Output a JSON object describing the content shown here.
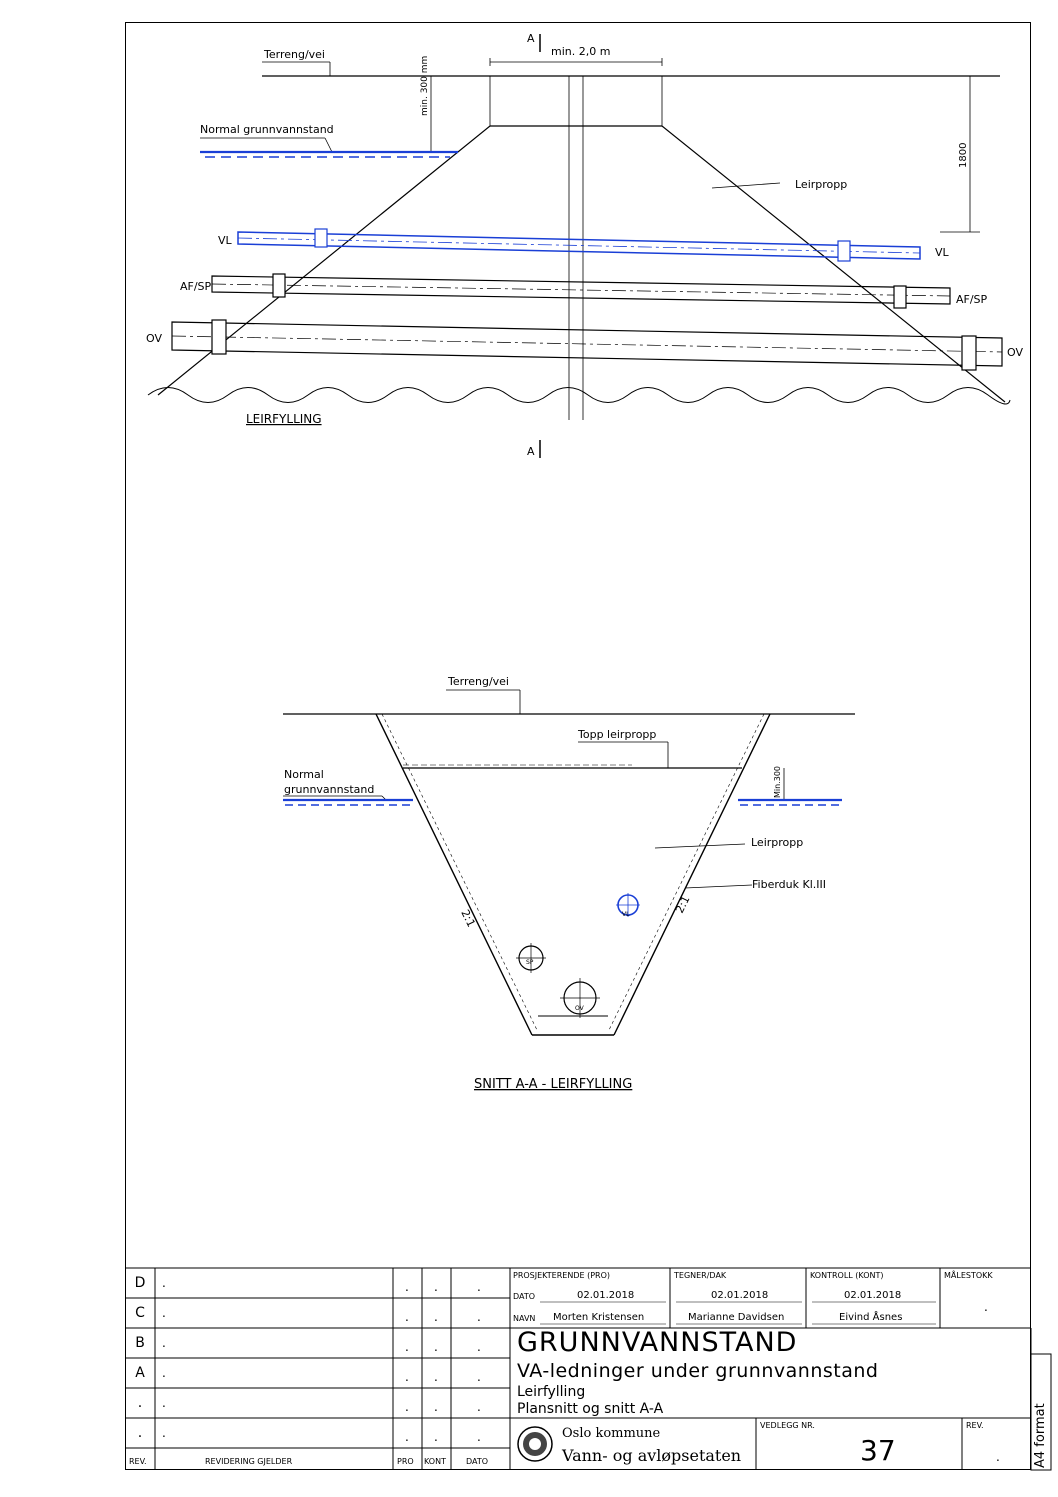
{
  "plan": {
    "terreng": "Terreng/vei",
    "min_300": "min. 300 mm",
    "min_2m": "min. 2,0 m",
    "normal_gv": "Normal grunnvannstand",
    "dim_1800": "1800",
    "leirpropp": "Leirpropp",
    "vl_left": "VL",
    "vl_right": "VL",
    "afsp_left": "AF/SP",
    "afsp_right": "AF/SP",
    "ov_left": "OV",
    "ov_right": "OV",
    "leirfylling": "LEIRFYLLING",
    "section_mark": "A"
  },
  "section": {
    "terreng": "Terreng/vei",
    "topp_leirpropp": "Topp leirpropp",
    "normal": "Normal",
    "grunnvannstand": "grunnvannstand",
    "min300": "Min.300",
    "leirpropp": "Leirpropp",
    "fiberduk": "Fiberduk Kl.III",
    "slope_left": "2:1",
    "slope_right": "2:1",
    "pipe_vl": "VL",
    "pipe_sp": "SP",
    "pipe_ov": "OV",
    "title": "SNITT A-A - LEIRFYLLING"
  },
  "titleblock": {
    "rev_rows": [
      {
        "rev": "D",
        "desc": ".",
        "pro": ".",
        "kont": ".",
        "dato": "."
      },
      {
        "rev": "C",
        "desc": ".",
        "pro": ".",
        "kont": ".",
        "dato": "."
      },
      {
        "rev": "B",
        "desc": ".",
        "pro": ".",
        "kont": ".",
        "dato": "."
      },
      {
        "rev": "A",
        "desc": ".",
        "pro": ".",
        "kont": ".",
        "dato": "."
      },
      {
        "rev": ".",
        "desc": ".",
        "pro": ".",
        "kont": ".",
        "dato": "."
      },
      {
        "rev": ".",
        "desc": ".",
        "pro": ".",
        "kont": ".",
        "dato": "."
      }
    ],
    "hdr_rev": "REV.",
    "hdr_desc": "REVIDERING GJELDER",
    "hdr_pro": "PRO",
    "hdr_kont": "KONT",
    "hdr_dato": "DATO",
    "prosjekterende": "PROSJEKTERENDE (PRO)",
    "tegner": "TEGNER/DAK",
    "kontroll": "KONTROLL (KONT)",
    "malestokk": "MÅLESTOKK",
    "dato_label": "DATO",
    "navn_label": "NAVN",
    "dato_pro": "02.01.2018",
    "dato_teg": "02.01.2018",
    "dato_kont": "02.01.2018",
    "navn_pro": "Morten Kristensen",
    "navn_teg": "Marianne Davidsen",
    "navn_kont": "Eivind Åsnes",
    "malestokk_val": ".",
    "title1": "GRUNNVANNSTAND",
    "title2": "VA-ledninger under grunnvannstand",
    "title3": "Leirfylling",
    "title4": "Plansnitt og snitt A-A",
    "org1": "Oslo kommune",
    "org2": "Vann- og avløpsetaten",
    "vedlegg_label": "VEDLEGG NR.",
    "vedlegg_val": "37",
    "rev_label": "REV.",
    "rev_val": ".",
    "format": "A4 format"
  }
}
